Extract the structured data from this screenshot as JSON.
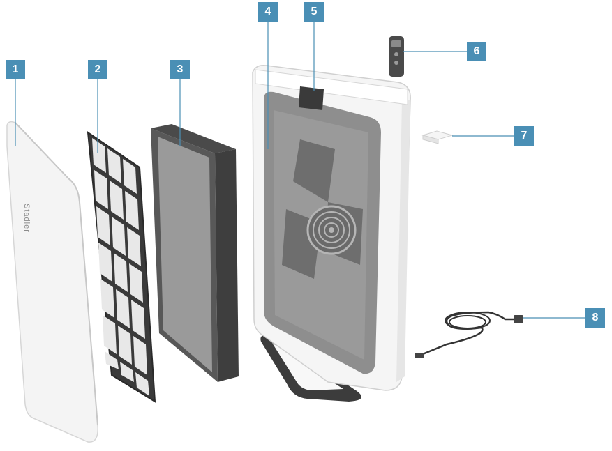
{
  "callouts": [
    {
      "number": "1",
      "part": "front-cover"
    },
    {
      "number": "2",
      "part": "pre-filter"
    },
    {
      "number": "3",
      "part": "main-filter"
    },
    {
      "number": "4",
      "part": "main-unit"
    },
    {
      "number": "5",
      "part": "control-panel-sensor"
    },
    {
      "number": "6",
      "part": "remote-control"
    },
    {
      "number": "7",
      "part": "small-accessory"
    },
    {
      "number": "8",
      "part": "power-cord"
    }
  ],
  "cover_brand_text": "Stadler",
  "colors": {
    "callout": "#4a8fb5",
    "line": "#4a8fb5",
    "panel_white": "#f4f4f4",
    "filter_dark": "#555555",
    "body_grey": "#8e8e8e"
  }
}
